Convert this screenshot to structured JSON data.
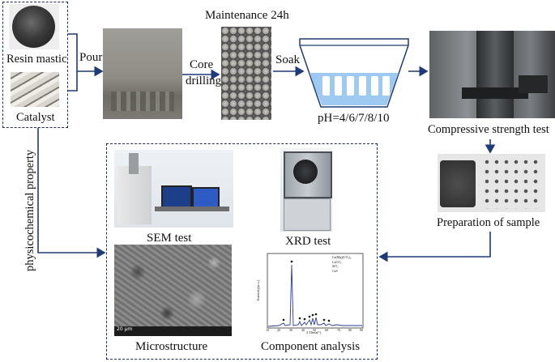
{
  "labels": {
    "resin_mastic": "Resin mastic",
    "catalyst": "Catalyst",
    "pour": "Pour",
    "core": "Core",
    "drilling": "drilling",
    "maintenance": "Maintenance 24h",
    "soak": "Soak",
    "ph": "pH=4/6/7/8/10",
    "compressive": "Compressive strength test",
    "preparation": "Preparation of sample",
    "physicochemical": "physicochemical property",
    "sem_test": "SEM test",
    "xrd_test": "XRD test",
    "microstructure": "Microstructure",
    "component": "Component analysis"
  },
  "colors": {
    "arrow": "#1f3a78",
    "dash_border": "#1f2f5c",
    "water": "#9ec9f0"
  },
  "xrd_chart": {
    "ylabel": "Intensity(a.u.)",
    "xlabel": "2 Theta(°)",
    "x_ticks": [
      "10",
      "20",
      "30",
      "40",
      "50",
      "60",
      "70",
      "80",
      "90"
    ],
    "legend": [
      "Ca(Mg)(CO₃)₂",
      "CaCO₃",
      "SiO₂",
      "CaS"
    ]
  },
  "sem_scale": "20 μm"
}
